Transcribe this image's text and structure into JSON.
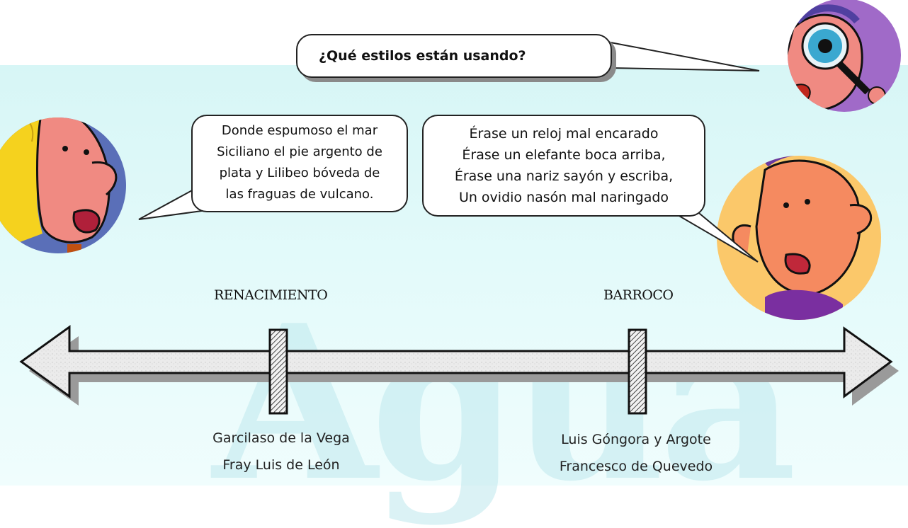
{
  "question": "¿Qué estilos están usando?",
  "left_poem": [
    "Donde espumoso el mar",
    "Siciliano el pie argento de",
    "plata y Lilibeo bóveda de",
    "las fraguas de vulcano."
  ],
  "right_poem": [
    "Érase un reloj mal encarado",
    "Érase un elefante boca arriba,",
    "Érase una nariz sayón y escriba,",
    "Un ovidio nasón mal naringado"
  ],
  "eras": {
    "renacimiento": "RENACIMIENTO",
    "barroco": "BARROCO"
  },
  "authors": {
    "renacimiento": [
      "Garcilaso de la Vega",
      "Fray Luis de León"
    ],
    "barroco": [
      "Luis Góngora y Argote",
      "Francesco de Quevedo"
    ]
  },
  "watermark": "Agua",
  "icons": [
    "detective-character-icon",
    "blonde-woman-character-icon",
    "man-character-icon",
    "double-arrow-timeline-icon"
  ],
  "colors": {
    "background_band": "#dff8f8",
    "arrow_fill": "#e8e8e8",
    "arrow_stroke": "#111111",
    "marker_fill": "#cfcfcf"
  }
}
